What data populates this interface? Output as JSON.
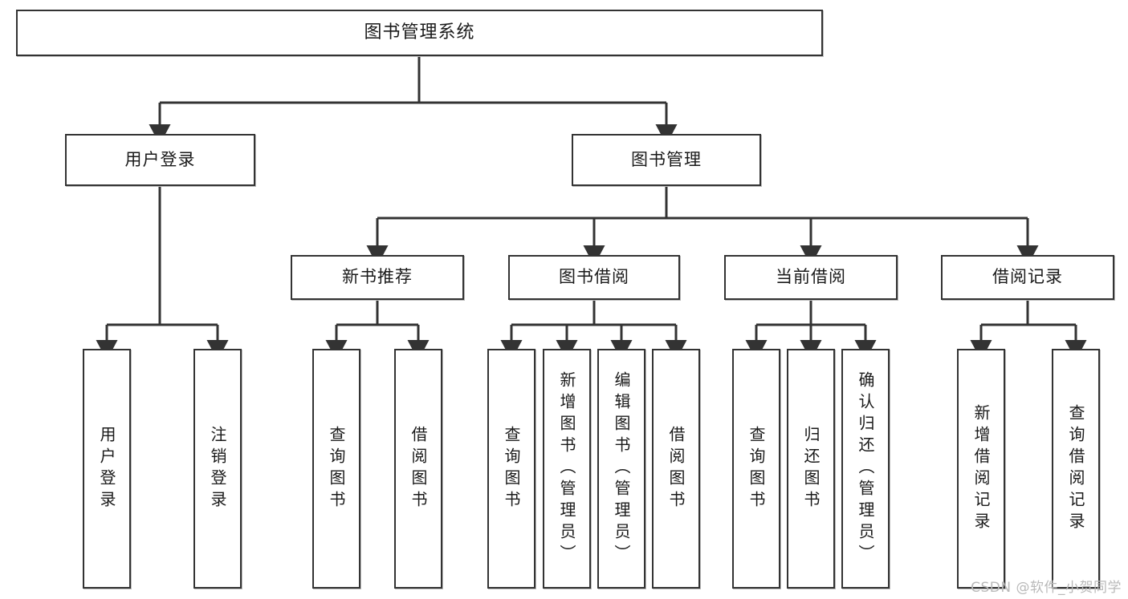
{
  "diagram": {
    "type": "tree",
    "title": "图书管理系统",
    "root": {
      "label": "图书管理系统"
    },
    "level2": [
      {
        "label": "用户登录"
      },
      {
        "label": "图书管理"
      }
    ],
    "level3": [
      {
        "label": "新书推荐"
      },
      {
        "label": "图书借阅"
      },
      {
        "label": "当前借阅"
      },
      {
        "label": "借阅记录"
      }
    ],
    "leaves": {
      "user_login": [
        {
          "label": "用户登录"
        },
        {
          "label": "注销登录"
        }
      ],
      "new_book_recommend": [
        {
          "label": "查询图书"
        },
        {
          "label": "借阅图书"
        }
      ],
      "book_borrow": [
        {
          "label": "查询图书"
        },
        {
          "label": "新增图书（管理员）"
        },
        {
          "label": "编辑图书（管理员）"
        },
        {
          "label": "借阅图书"
        }
      ],
      "current_borrow": [
        {
          "label": "查询图书"
        },
        {
          "label": "归还图书"
        },
        {
          "label": "确认归还（管理员）"
        }
      ],
      "borrow_records": [
        {
          "label": "新增借阅记录"
        },
        {
          "label": "查询借阅记录"
        }
      ]
    }
  },
  "watermark": {
    "text": "CSDN @软件_小贺同学"
  },
  "colors": {
    "box_border": "#333333",
    "box_fill": "#ffffff",
    "line": "#333333",
    "text": "#1a1a1a",
    "watermark": "#b9b9b9",
    "background": "#ffffff"
  }
}
